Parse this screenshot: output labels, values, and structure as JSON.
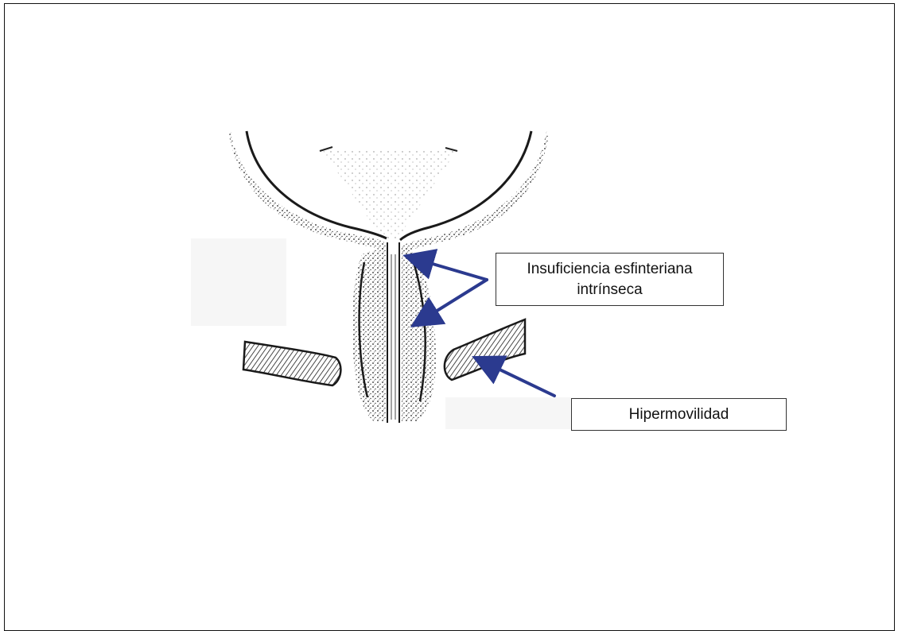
{
  "labels": {
    "intrinsic_line1": "Insuficiencia esfinteriana",
    "intrinsic_line2": "intrínseca",
    "hypermobility": "Hipermovilidad"
  },
  "colors": {
    "arrow": "#2b3a8f",
    "ink": "#1a1a1a",
    "frame": "#111111"
  }
}
